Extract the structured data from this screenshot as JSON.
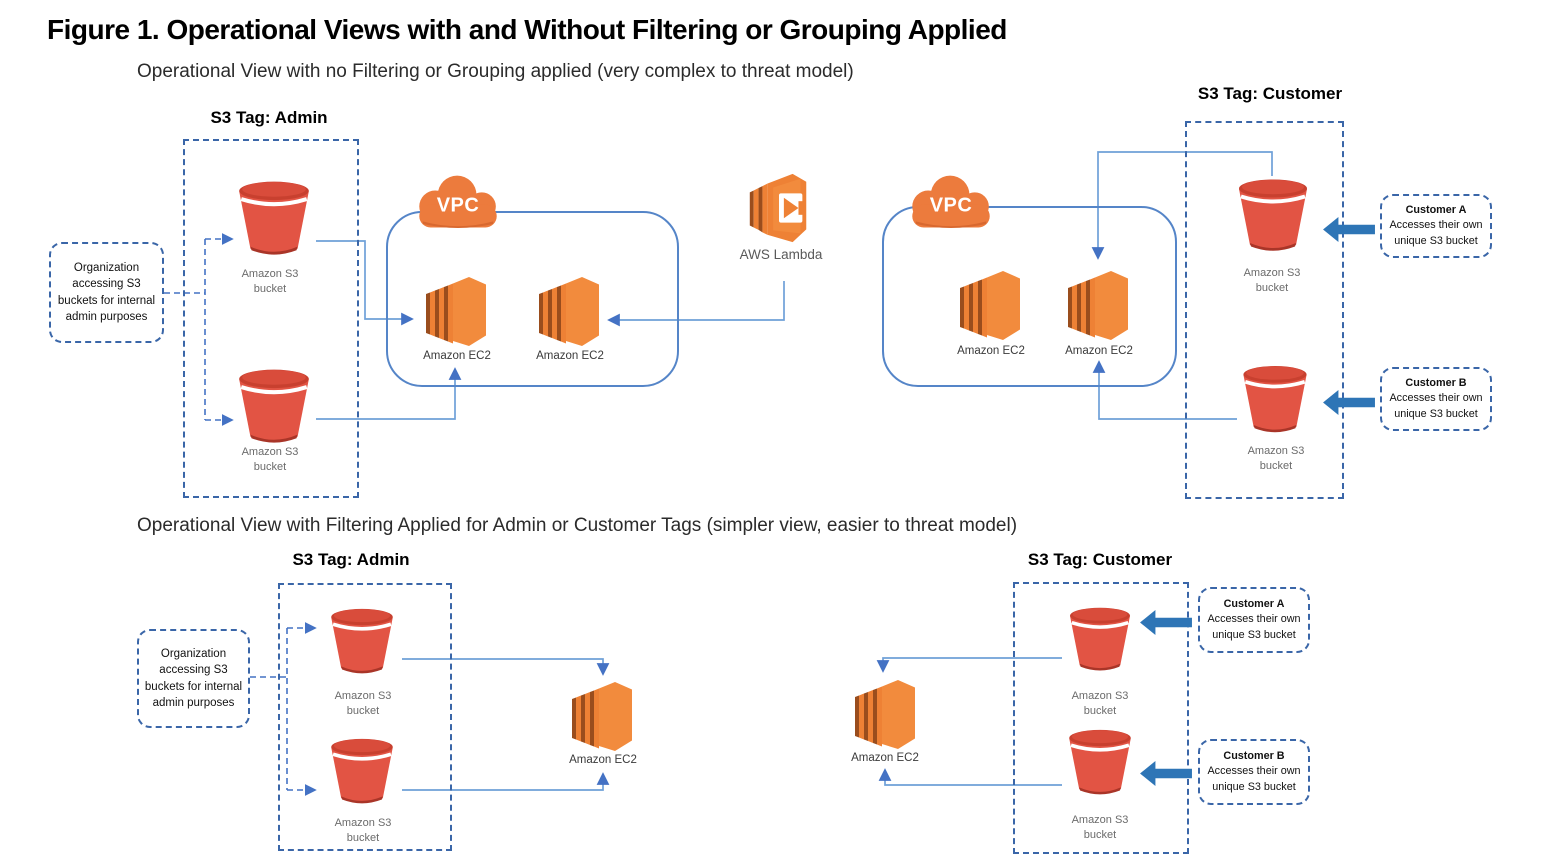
{
  "figure": {
    "title": "Figure 1. Operational Views with and Without Filtering or Grouping Applied"
  },
  "colors": {
    "aws_orange": "#ED7D31",
    "bucket_red": "#E25444",
    "connector_blue": "#4472C4",
    "block_arrow_blue": "#2E75B6",
    "dashed_border_blue": "#3A66A8"
  },
  "labels": {
    "vpc": "VPC",
    "amazon_s3_bucket": "Amazon S3 bucket",
    "amazon_ec2": "Amazon EC2",
    "aws_lambda": "AWS Lambda"
  },
  "top_view": {
    "subtitle": "Operational View with no Filtering or Grouping applied (very complex to threat model)",
    "admin_tag": "S3 Tag: Admin",
    "customer_tag": "S3 Tag: Customer",
    "org_note": "Organization accessing S3 buckets for internal admin purposes",
    "customer_a_title": "Customer A",
    "customer_a_body": "Accesses their own unique S3 bucket",
    "customer_b_title": "Customer B",
    "customer_b_body": "Accesses their own unique S3 bucket"
  },
  "bottom_view": {
    "subtitle": "Operational View with Filtering Applied for Admin or Customer Tags (simpler view, easier to threat model)",
    "admin_tag": "S3 Tag: Admin",
    "customer_tag": "S3 Tag: Customer",
    "org_note": "Organization accessing S3 buckets for internal admin purposes",
    "customer_a_title": "Customer A",
    "customer_a_body": "Accesses their own unique S3 bucket",
    "customer_b_title": "Customer B",
    "customer_b_body": "Accesses their own unique S3 bucket"
  }
}
